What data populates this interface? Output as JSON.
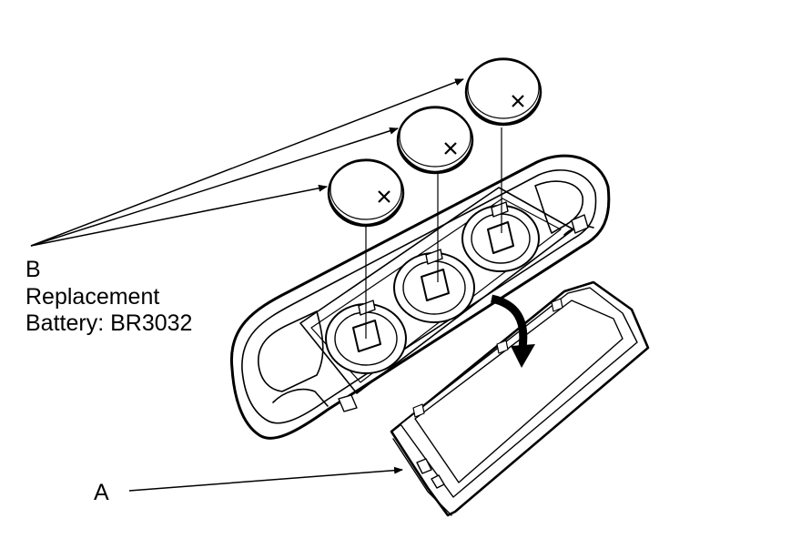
{
  "callouts": {
    "b_letter": "B",
    "b_description_line1": "Replacement",
    "b_description_line2": "Battery: BR3032",
    "a_letter": "A"
  },
  "colors": {
    "line": "#000000",
    "background": "#ffffff"
  }
}
